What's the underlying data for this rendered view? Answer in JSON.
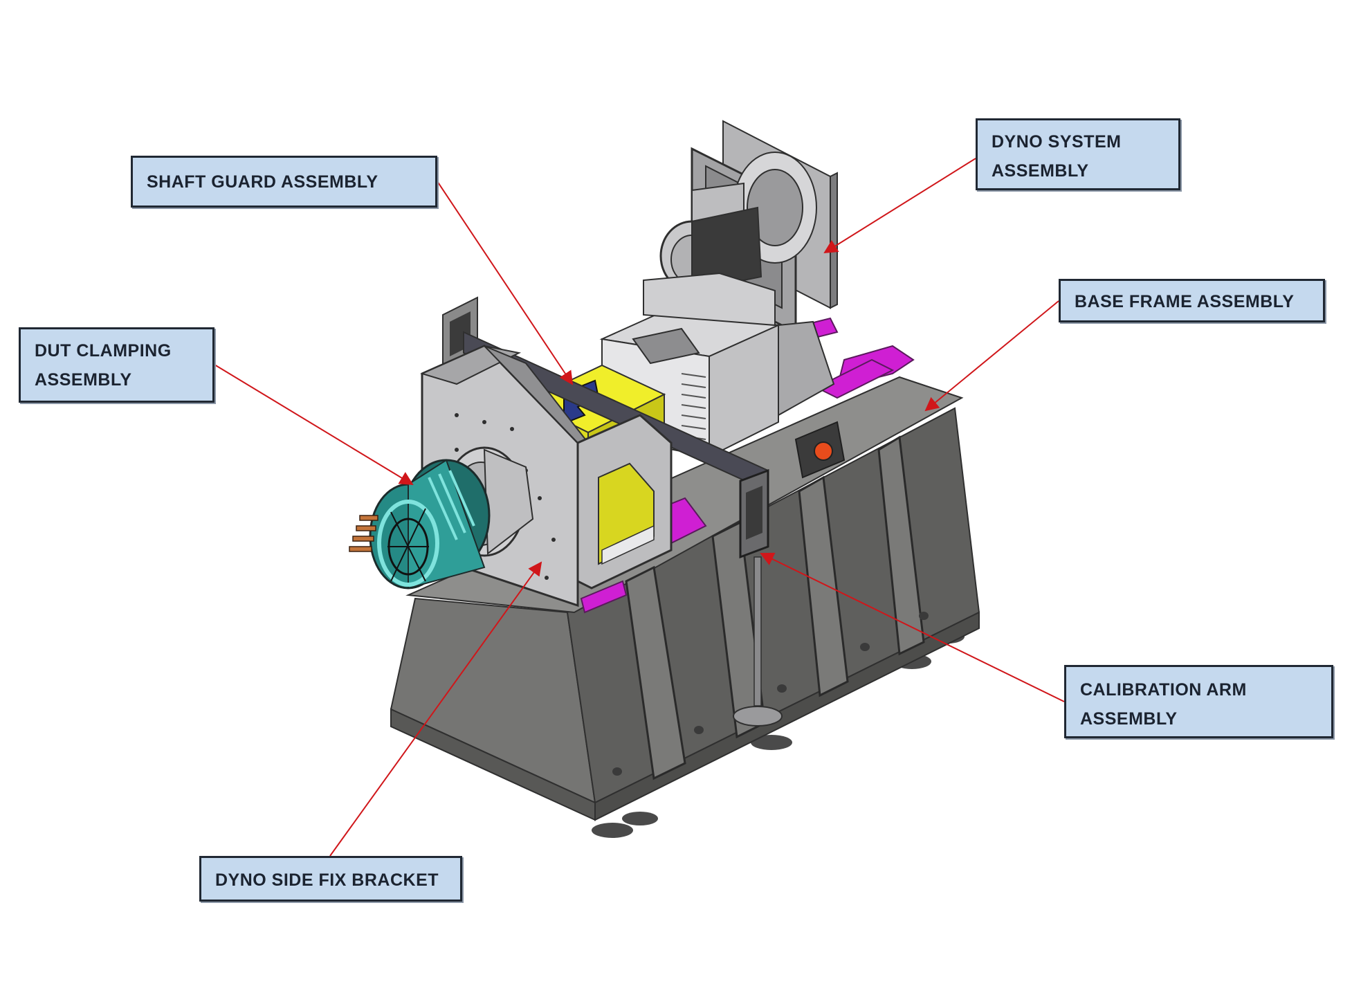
{
  "labels": {
    "shaft_guard": [
      "SHAFT GUARD ASSEMBLY"
    ],
    "dyno_system": [
      "DYNO SYSTEM",
      "ASSEMBLY"
    ],
    "base_frame": [
      "BASE FRAME ASSEMBLY"
    ],
    "dut_clamping": [
      "DUT CLAMPING",
      "ASSEMBLY"
    ],
    "calibration_arm": [
      "CALIBRATION ARM",
      "ASSEMBLY"
    ],
    "dyno_side_bracket": [
      "DYNO SIDE FIX BRACKET"
    ]
  },
  "colors": {
    "label_fill": "#c5d9ee",
    "label_border": "#202833",
    "leader_line": "#d0161a",
    "frame_gray": "#6e6e6c",
    "plate_gray": "#b9b9bb",
    "guard_yellow": "#e2e01a",
    "accent_magenta": "#cf1fd3",
    "motor_teal": "#2a8a86"
  }
}
